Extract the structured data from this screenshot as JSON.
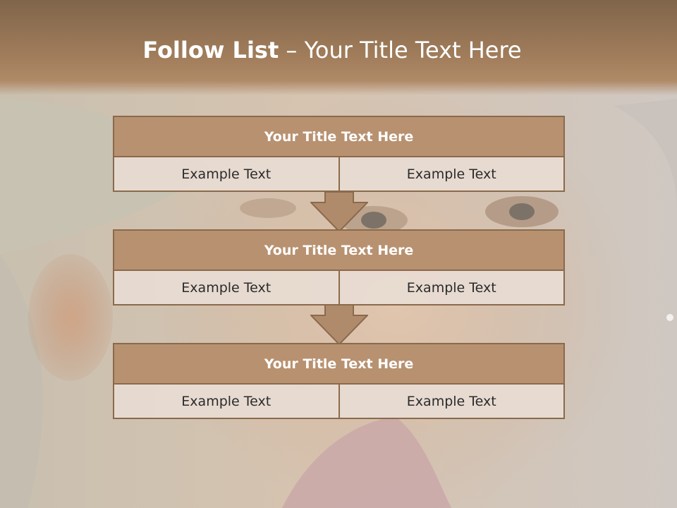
{
  "title": {
    "bold": "Follow List",
    "rest": " – Your Title Text Here"
  },
  "blocks": [
    {
      "title": "Your Title Text Here",
      "cells": [
        "Example Text",
        "Example Text"
      ]
    },
    {
      "title": "Your Title Text Here",
      "cells": [
        "Example Text",
        "Example Text"
      ]
    },
    {
      "title": "Your Title Text Here",
      "cells": [
        "Example Text",
        "Example Text"
      ]
    }
  ],
  "colors": {
    "header_band": "#a17d5b",
    "block_header": "#b89170",
    "border": "#8a6a4c",
    "cell_fill": "#e8dcd3",
    "arrow": "#b08b6b"
  }
}
